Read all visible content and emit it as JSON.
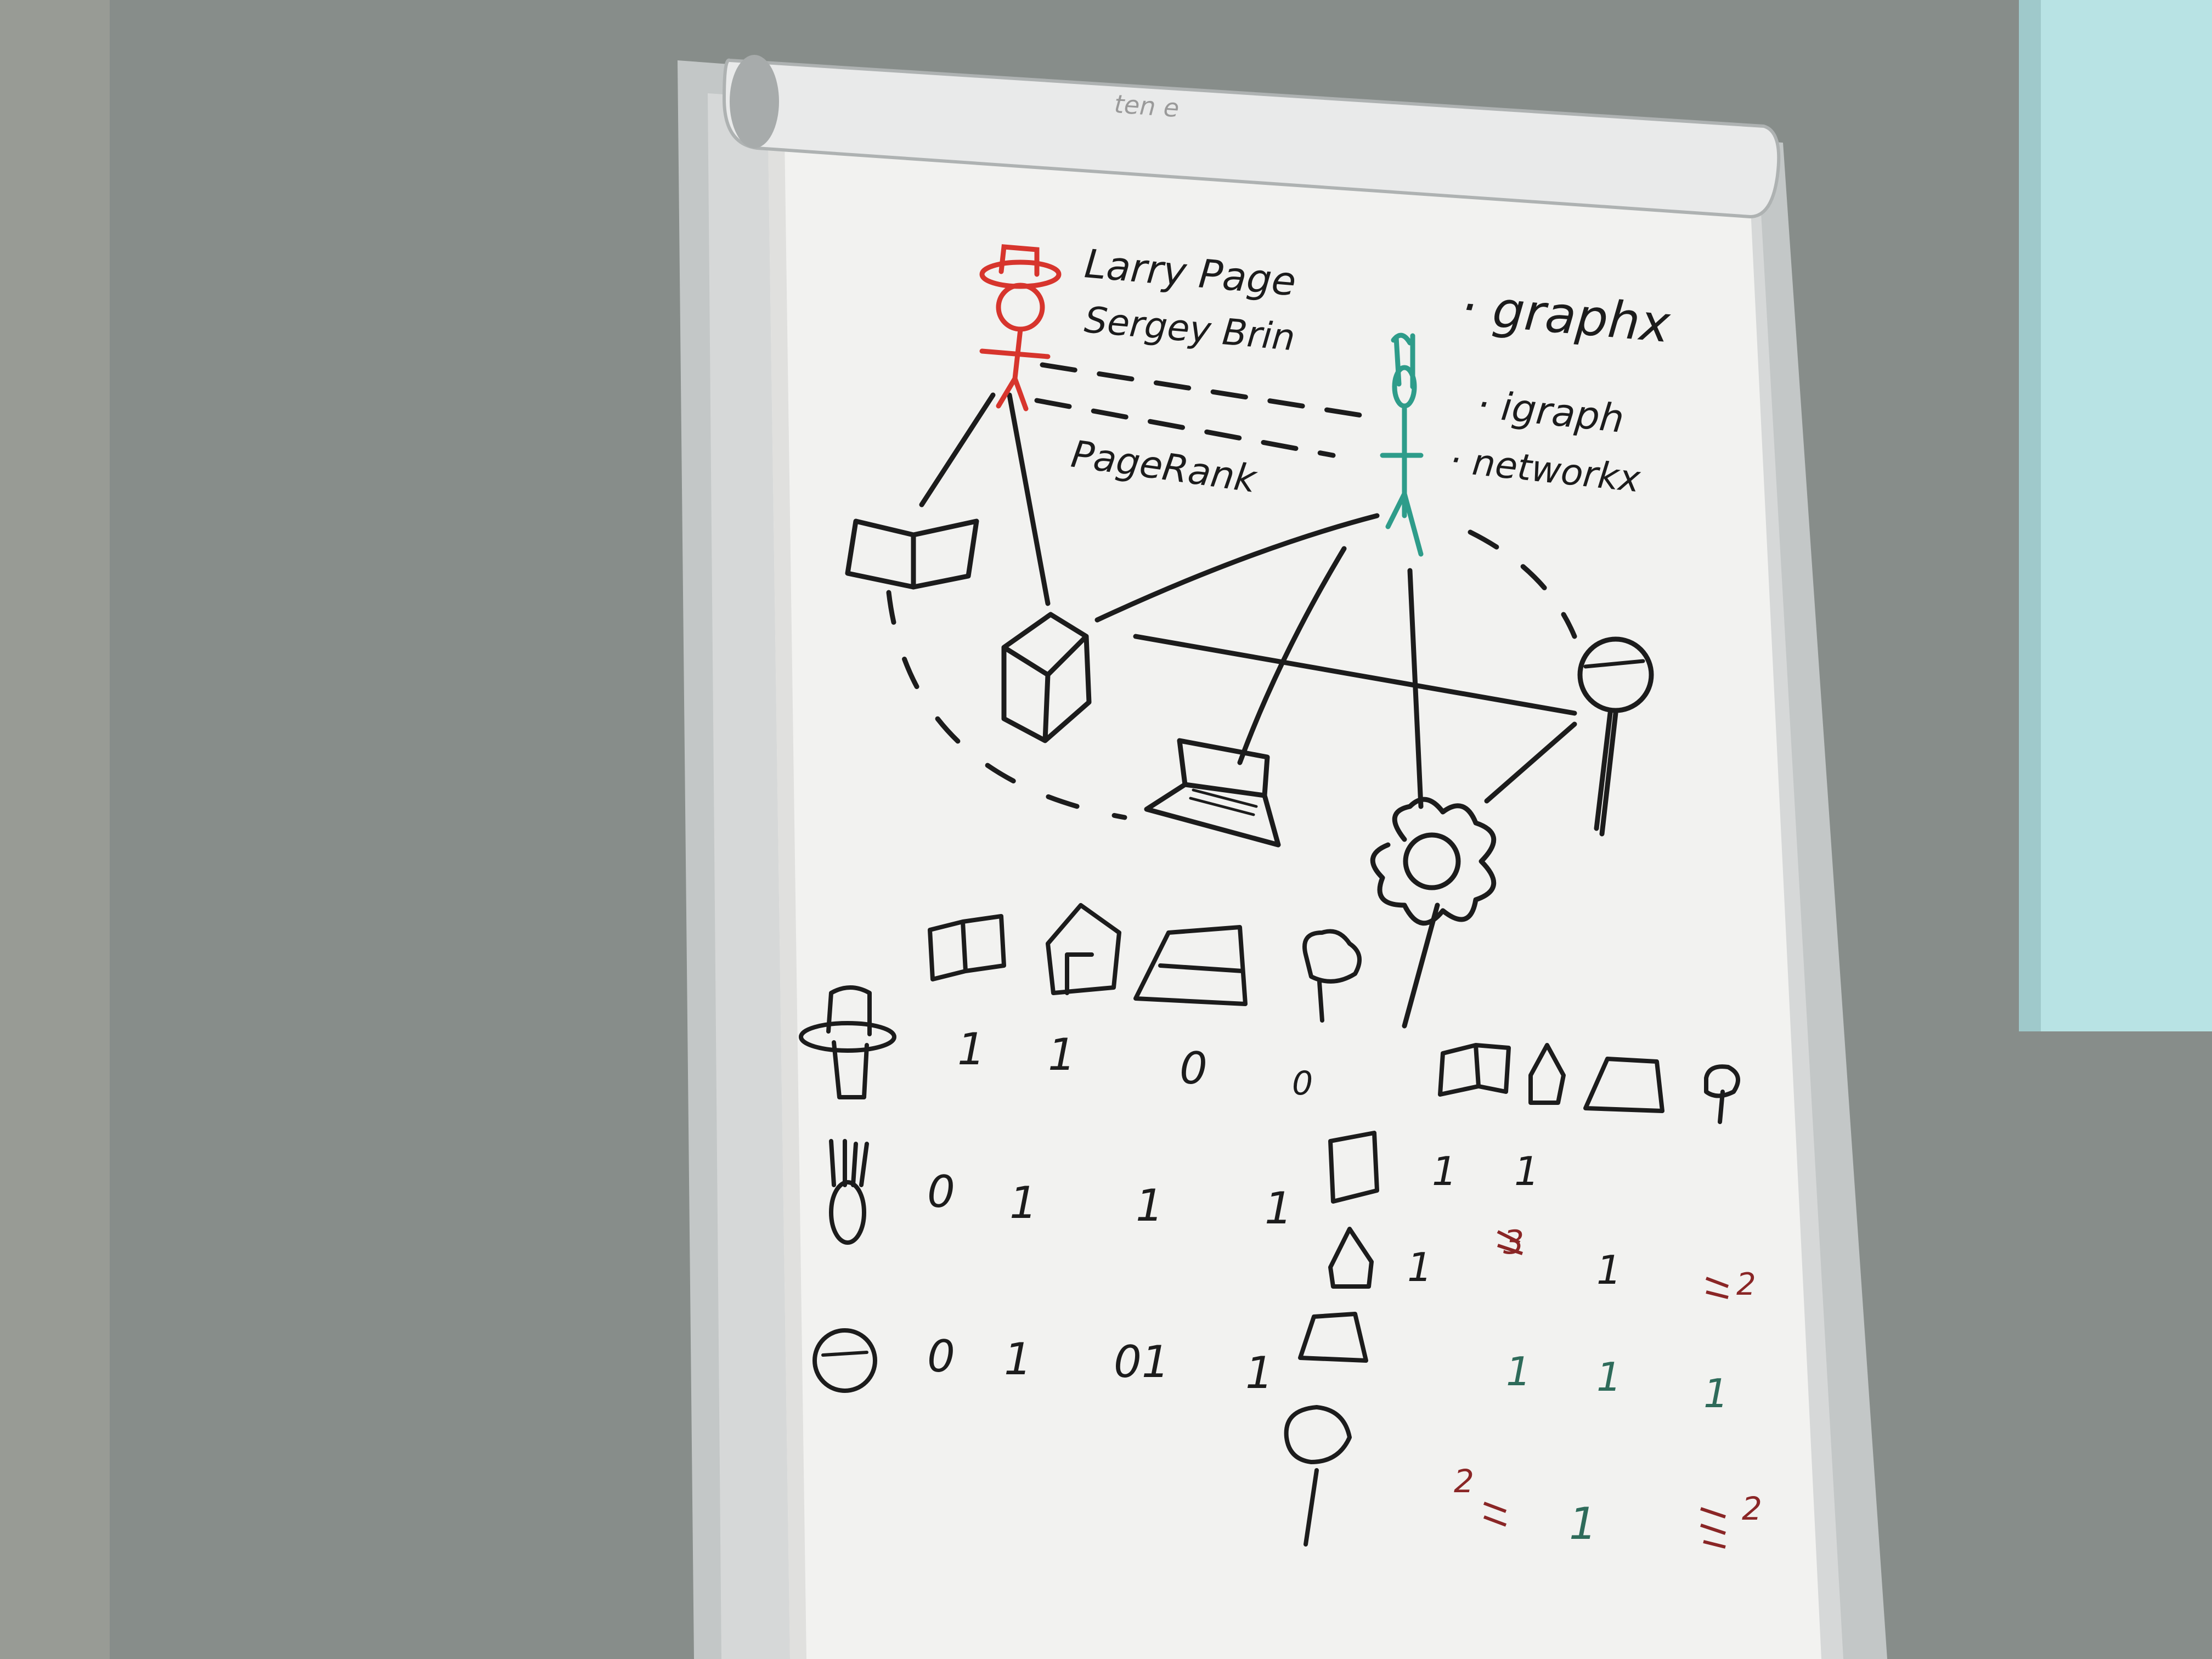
{
  "colors": {
    "wall": "#868c89",
    "paper": "#f2f2f0",
    "stand": "#c9cccc",
    "marker_black": "#1c1c1c",
    "marker_red": "#d7352d",
    "marker_teal": "#2e9c8a",
    "marker_darkred": "#8a2626",
    "projection": "#b8e3e4"
  },
  "flipchart": {
    "top_scribble": "ten e",
    "people": {
      "founder_line1": "Larry Page",
      "founder_line2": "Sergey Brin",
      "algorithm": "PageRank"
    },
    "libraries": [
      "· graphx",
      "· igraph",
      "· networkx"
    ],
    "matrix": {
      "rows": [
        {
          "icon": "hat-person-icon",
          "values": [
            "1",
            "1",
            "0",
            "0"
          ]
        },
        {
          "icon": "spiky-person-icon",
          "values": [
            "0",
            "1",
            "1",
            "1"
          ]
        },
        {
          "icon": "glasses-person-icon",
          "values": [
            "0",
            "1",
            "01",
            "1"
          ]
        }
      ],
      "column_icons": [
        "book-icon",
        "house-icon",
        "laptop-icon",
        "flower-icon"
      ]
    },
    "sub_matrix": {
      "book_row": [
        "1",
        "1"
      ],
      "house_row": [
        "1",
        "3",
        "1",
        "2"
      ],
      "laptop_row": [
        "1",
        "1",
        "1"
      ],
      "flower_row": [
        "2",
        "1",
        "2"
      ]
    }
  }
}
